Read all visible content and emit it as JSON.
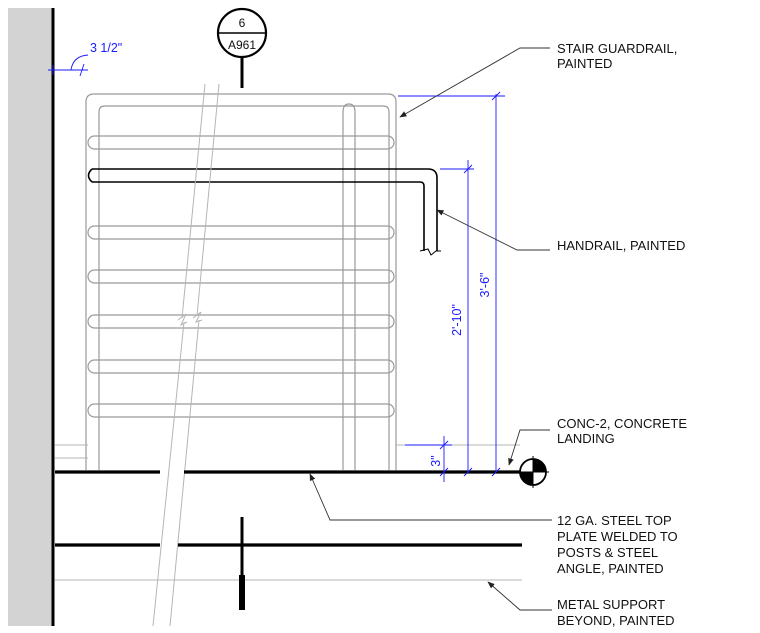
{
  "section_tag": {
    "number": "6",
    "sheet": "A961"
  },
  "dimensions": {
    "wall_offset": "3 1/2\"",
    "guardrail_height": "3'-6\"",
    "handrail_height": "2'-10\"",
    "curb_height": "3\""
  },
  "callouts": {
    "guardrail": [
      "STAIR GUARDRAIL,",
      "PAINTED"
    ],
    "handrail": [
      "HANDRAIL, PAINTED"
    ],
    "landing": [
      "CONC-2, CONCRETE",
      "LANDING"
    ],
    "top_plate": [
      "12 GA. STEEL TOP",
      "PLATE WELDED TO",
      "POSTS & STEEL",
      "ANGLE, PAINTED"
    ],
    "support": [
      "METAL SUPPORT",
      "BEYOND, PAINTED"
    ]
  },
  "colors": {
    "dimension": "#1a1aff",
    "line": "#000000",
    "wall": "#d3d3d3"
  }
}
